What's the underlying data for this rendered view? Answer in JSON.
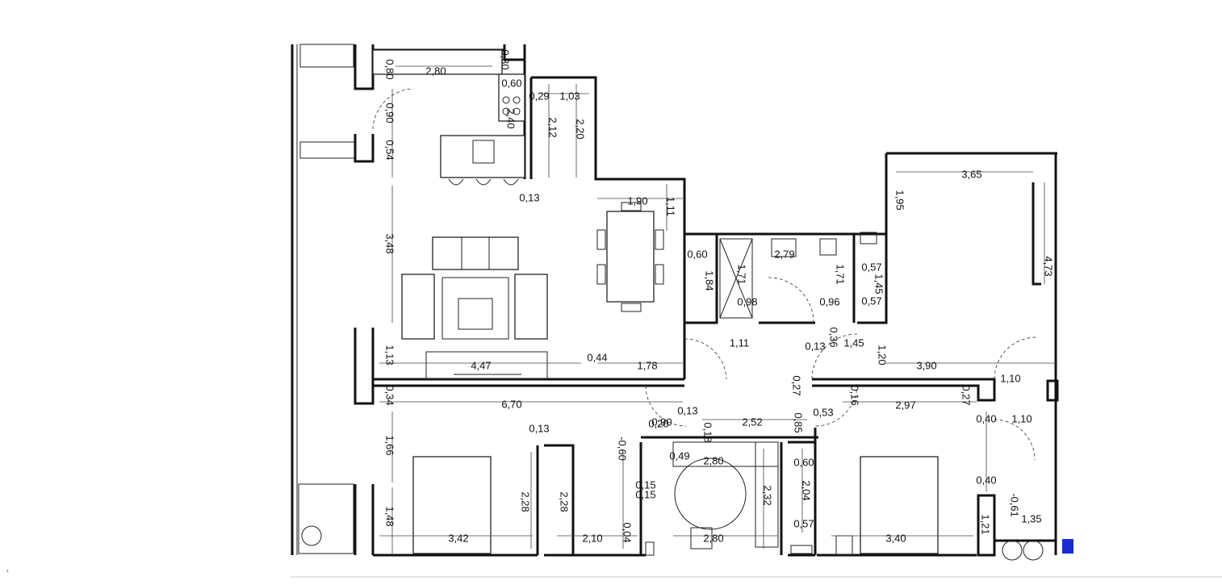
{
  "plan": {
    "dimensions": [
      {
        "id": "d280top",
        "text": "2,80"
      },
      {
        "id": "d080",
        "text": "0,80"
      },
      {
        "id": "d030",
        "text": "0,30"
      },
      {
        "id": "d060k",
        "text": "0,60"
      },
      {
        "id": "d029",
        "text": "0,29"
      },
      {
        "id": "d103",
        "text": "1,03"
      },
      {
        "id": "d240",
        "text": "2,40"
      },
      {
        "id": "d212",
        "text": "2,12"
      },
      {
        "id": "d220",
        "text": "2,20"
      },
      {
        "id": "d090",
        "text": "0,90"
      },
      {
        "id": "d054",
        "text": "0,54"
      },
      {
        "id": "d013a",
        "text": "0,13"
      },
      {
        "id": "d190",
        "text": "1,90"
      },
      {
        "id": "d111a",
        "text": "1,11"
      },
      {
        "id": "d348",
        "text": "3,48"
      },
      {
        "id": "d060b",
        "text": "0,60"
      },
      {
        "id": "d184",
        "text": "1,84"
      },
      {
        "id": "d279",
        "text": "2,79"
      },
      {
        "id": "d171a",
        "text": "1,71"
      },
      {
        "id": "d171b",
        "text": "1,71"
      },
      {
        "id": "d098",
        "text": "0,98"
      },
      {
        "id": "d096",
        "text": "0,96"
      },
      {
        "id": "d057a",
        "text": "0,57"
      },
      {
        "id": "d145a",
        "text": "1,45"
      },
      {
        "id": "d057b",
        "text": "0,57"
      },
      {
        "id": "d365",
        "text": "3,65"
      },
      {
        "id": "d195",
        "text": "1,95"
      },
      {
        "id": "d473",
        "text": "4,73"
      },
      {
        "id": "d113a",
        "text": "1,13"
      },
      {
        "id": "d447",
        "text": "4,47"
      },
      {
        "id": "d044",
        "text": "0,44"
      },
      {
        "id": "d178",
        "text": "1,78"
      },
      {
        "id": "d111b",
        "text": "1,11"
      },
      {
        "id": "d145b",
        "text": "1,45"
      },
      {
        "id": "d013b",
        "text": "0,13"
      },
      {
        "id": "d120",
        "text": "1,20"
      },
      {
        "id": "d390",
        "text": "3,90"
      },
      {
        "id": "d110a",
        "text": "1,10"
      },
      {
        "id": "d034",
        "text": "0,34"
      },
      {
        "id": "d670",
        "text": "6,70"
      },
      {
        "id": "d013c",
        "text": "0,13"
      },
      {
        "id": "d013d",
        "text": "0,13"
      },
      {
        "id": "d297",
        "text": "2,97"
      },
      {
        "id": "d027a",
        "text": "0,27"
      },
      {
        "id": "d027b",
        "text": "0,27"
      },
      {
        "id": "d085",
        "text": "0,85"
      },
      {
        "id": "d252",
        "text": "2,52"
      },
      {
        "id": "d090b",
        "text": "0,90"
      },
      {
        "id": "d040a",
        "text": "0,40"
      },
      {
        "id": "d110b",
        "text": "1,10"
      },
      {
        "id": "d166",
        "text": "1,66"
      },
      {
        "id": "d228a",
        "text": "2,28"
      },
      {
        "id": "d228b",
        "text": "2,28"
      },
      {
        "id": "d060c",
        "text": "-0,60"
      },
      {
        "id": "d049",
        "text": "0,49"
      },
      {
        "id": "d280m",
        "text": "2,80"
      },
      {
        "id": "d060d",
        "text": "0,60"
      },
      {
        "id": "d204",
        "text": "2,04"
      },
      {
        "id": "d232",
        "text": "2,32"
      },
      {
        "id": "d040b",
        "text": "0,40"
      },
      {
        "id": "d148",
        "text": "1,48"
      },
      {
        "id": "d342",
        "text": "3,42"
      },
      {
        "id": "d210",
        "text": "2,10"
      },
      {
        "id": "d004",
        "text": "0,04"
      },
      {
        "id": "d280b",
        "text": "2,80"
      },
      {
        "id": "d057c",
        "text": "0,57"
      },
      {
        "id": "d340",
        "text": "3,40"
      },
      {
        "id": "d121",
        "text": "1,21"
      },
      {
        "id": "d135",
        "text": "1,35"
      },
      {
        "id": "d061",
        "text": "-0,61"
      },
      {
        "id": "d015a",
        "text": "0,15"
      },
      {
        "id": "d015b",
        "text": "0,15"
      },
      {
        "id": "d016",
        "text": "0,16"
      },
      {
        "id": "d018",
        "text": "0,18"
      },
      {
        "id": "d053",
        "text": "0,53"
      },
      {
        "id": "d036",
        "text": "0,36"
      },
      {
        "id": "d020",
        "text": "0,20"
      }
    ]
  },
  "corner_mark": "‹",
  "colors": {
    "line": "#111111",
    "background": "#ffffff",
    "accent": "#1a2bd6"
  }
}
